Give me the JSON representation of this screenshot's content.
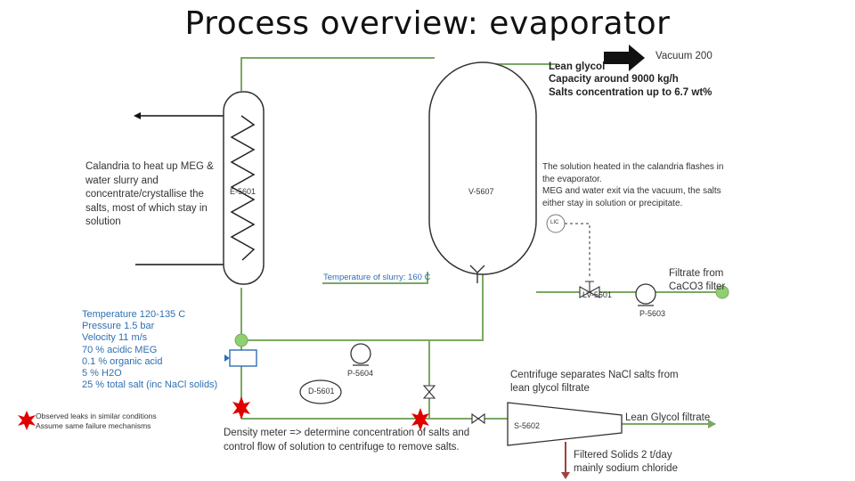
{
  "title": "Process overview: evaporator",
  "vacuum_label": "Vacuum 200",
  "lean_glycol_box": [
    "Lean glycol",
    "Capacity around 9000 kg/h",
    "Salts concentration up to 6.7 wt%"
  ],
  "calandria_note": [
    "Calandria to heat up MEG &",
    "water slurry and",
    "concentrate/crystallise the",
    "salts, most of which stay in",
    "solution"
  ],
  "flash_note": [
    "The solution heated in the calandria flashes in",
    "the evaporator.",
    "MEG and water exit via the vacuum, the salts",
    "either stay in solution or precipitate."
  ],
  "labels": {
    "e5601": "E-5601",
    "v5607": "V-5607",
    "lic": "LIC",
    "lv5601": "LV-5601",
    "p5603": "P-5603",
    "p5604": "P-5604",
    "d5601": "D-5601",
    "s5602": "S-5602"
  },
  "slurry_temp": "Temperature of slurry: 160 C",
  "filtrate_label": [
    "Filtrate from",
    "CaCO3 filter"
  ],
  "conditions": [
    "Temperature 120-135 C",
    "Pressure 1.5 bar",
    "Velocity 11 m/s",
    "70 % acidic MEG",
    "0.1 % organic acid",
    "5 % H2O",
    "25 % total salt (inc NaCl solids)"
  ],
  "centrifuge_note": [
    "Centrifuge separates NaCl salts from",
    "lean glycol filtrate"
  ],
  "lean_filtrate": "Lean Glycol filtrate",
  "filtered_solids": [
    "Filtered Solids 2 t/day",
    "mainly sodium chloride"
  ],
  "density_note": [
    "Density meter => determine concentration of salts and",
    "control flow of solution to centrifuge to remove salts."
  ],
  "leak_note": [
    "Observed leaks in similar conditions",
    "Assume same failure mechanisms"
  ],
  "colors": {
    "pipe_green": "#7aa864",
    "node_green": "#90d070",
    "leak_red": "#e00000",
    "text_blue": "#2f6fb3"
  }
}
